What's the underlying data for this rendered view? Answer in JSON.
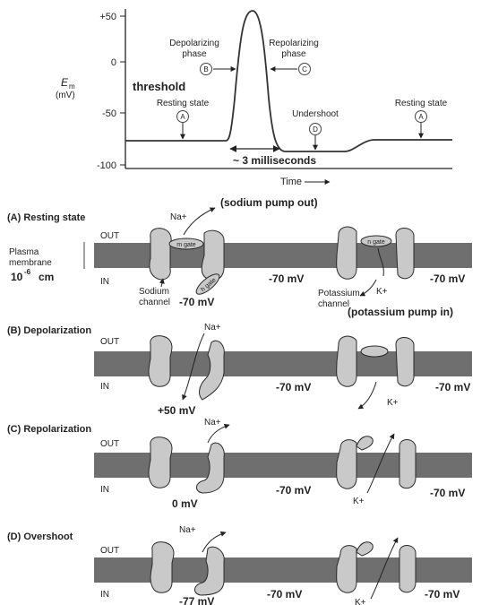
{
  "chart": {
    "ticks": [
      "+50",
      "0",
      "-50",
      "-100"
    ],
    "ylabel_symbol": "E",
    "ylabel_subscript": "m",
    "ylabel_unit": "(mV)",
    "threshold": "threshold",
    "resting_left": "Resting state",
    "resting_right": "Resting state",
    "depol_line1": "Depolarizing",
    "depol_line2": "phase",
    "repol_line1": "Repolarizing",
    "repol_line2": "phase",
    "undershoot": "Undershoot",
    "duration": "~ 3 milliseconds",
    "xlabel": "Time",
    "markers": [
      "A",
      "B",
      "C",
      "D",
      "A"
    ]
  },
  "panel_a": {
    "title": "(A) Resting state",
    "sodium_pump": "(sodium pump out)",
    "na_ion": "Na+",
    "k_ion": "K+",
    "out": "OUT",
    "in": "IN",
    "membrane_line1": "Plasma",
    "membrane_line2": "membrane",
    "thickness_base": "10",
    "thickness_exp": "-6",
    "thickness_unit": "cm",
    "m_gate": "m gate",
    "h_gate": "h gate",
    "n_gate": "n gate",
    "sodium_channel_line1": "Sodium",
    "sodium_channel_line2": "channel",
    "potassium_channel_line1": "Potassium",
    "potassium_channel_line2": "channel",
    "potassium_pump": "(potassium pump in)",
    "v_left": "-70 mV",
    "v_mid": "-70 mV",
    "v_right": "-70 mV"
  },
  "panel_b": {
    "title": "(B) Depolarization",
    "na_ion": "Na+",
    "k_ion": "K+",
    "out": "OUT",
    "in": "IN",
    "v_left": "+50 mV",
    "v_mid": "-70 mV",
    "v_right": "-70 mV"
  },
  "panel_c": {
    "title": "(C) Repolarization",
    "na_ion": "Na+",
    "k_ion": "K+",
    "out": "OUT",
    "in": "IN",
    "v_left": "0 mV",
    "v_mid": "-70 mV",
    "v_right": "-70 mV"
  },
  "panel_d": {
    "title": "(D) Overshoot",
    "na_ion": "Na+",
    "k_ion": "K+",
    "out": "OUT",
    "in": "IN",
    "v_left": "-77 mV",
    "v_mid": "-70 mV",
    "v_right": "-70 mV"
  },
  "colors": {
    "membrane": "#6f6f6f",
    "protein": "#c9c9c9",
    "outline": "#2a2a2a"
  }
}
